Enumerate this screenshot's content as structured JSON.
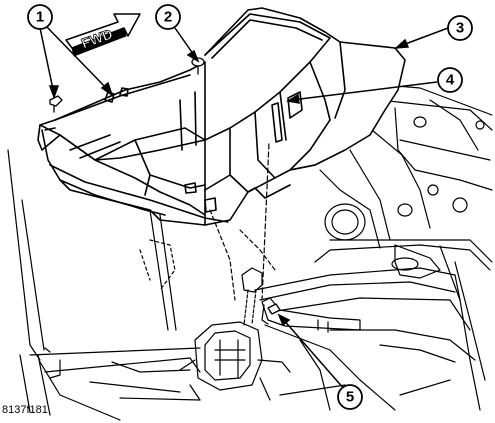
{
  "figure_id": "8137f181",
  "fwd_label": "FWD",
  "callouts": [
    {
      "number": "1"
    },
    {
      "number": "2"
    },
    {
      "number": "3"
    },
    {
      "number": "4"
    },
    {
      "number": "5"
    }
  ]
}
